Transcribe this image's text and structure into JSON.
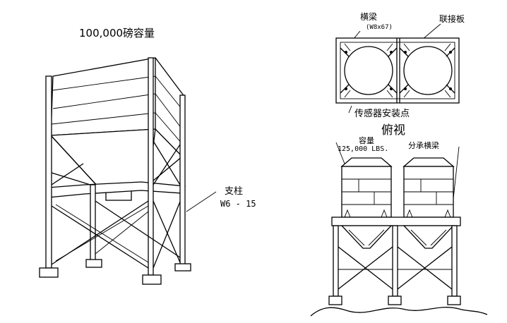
{
  "left_drawing": {
    "capacity_title": "100,000磅容量",
    "column_label": "支柱",
    "column_spec": "W6 - 15"
  },
  "right_drawing": {
    "beam_label": "横梁",
    "beam_spec": "(W8x67)",
    "plate_label": "联接板",
    "sensor_label": "传感器安装点",
    "view_label": "俯视",
    "capacity_label": "容量",
    "capacity_value": "125,000 LBS.",
    "distribution_label": "分承横梁"
  }
}
